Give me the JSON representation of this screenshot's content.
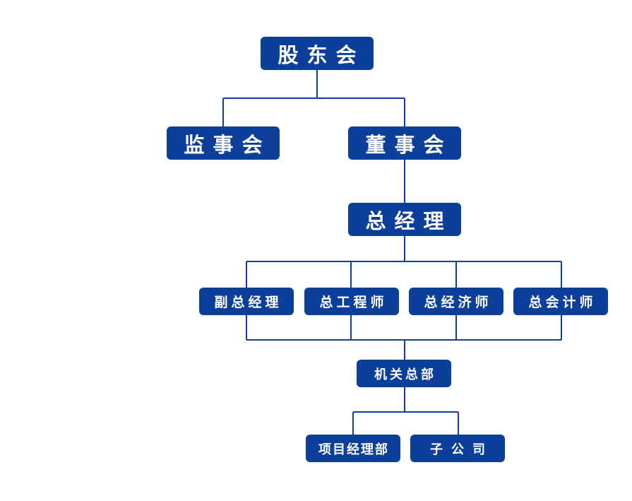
{
  "nodes": {
    "shareholders": "股东会",
    "supervisors": "监事会",
    "board": "董事会",
    "general_manager": "总经理",
    "deputy_gm": "副总经理",
    "chief_engineer": "总工程师",
    "chief_economist": "总经济师",
    "chief_accountant": "总会计师",
    "headquarters": "机关总部",
    "project_dept": "项目经理部",
    "subsidiary": "子公司"
  },
  "colors": {
    "box": "#0b3f9a",
    "line": "#0b3f9a",
    "text": "#ffffff"
  }
}
